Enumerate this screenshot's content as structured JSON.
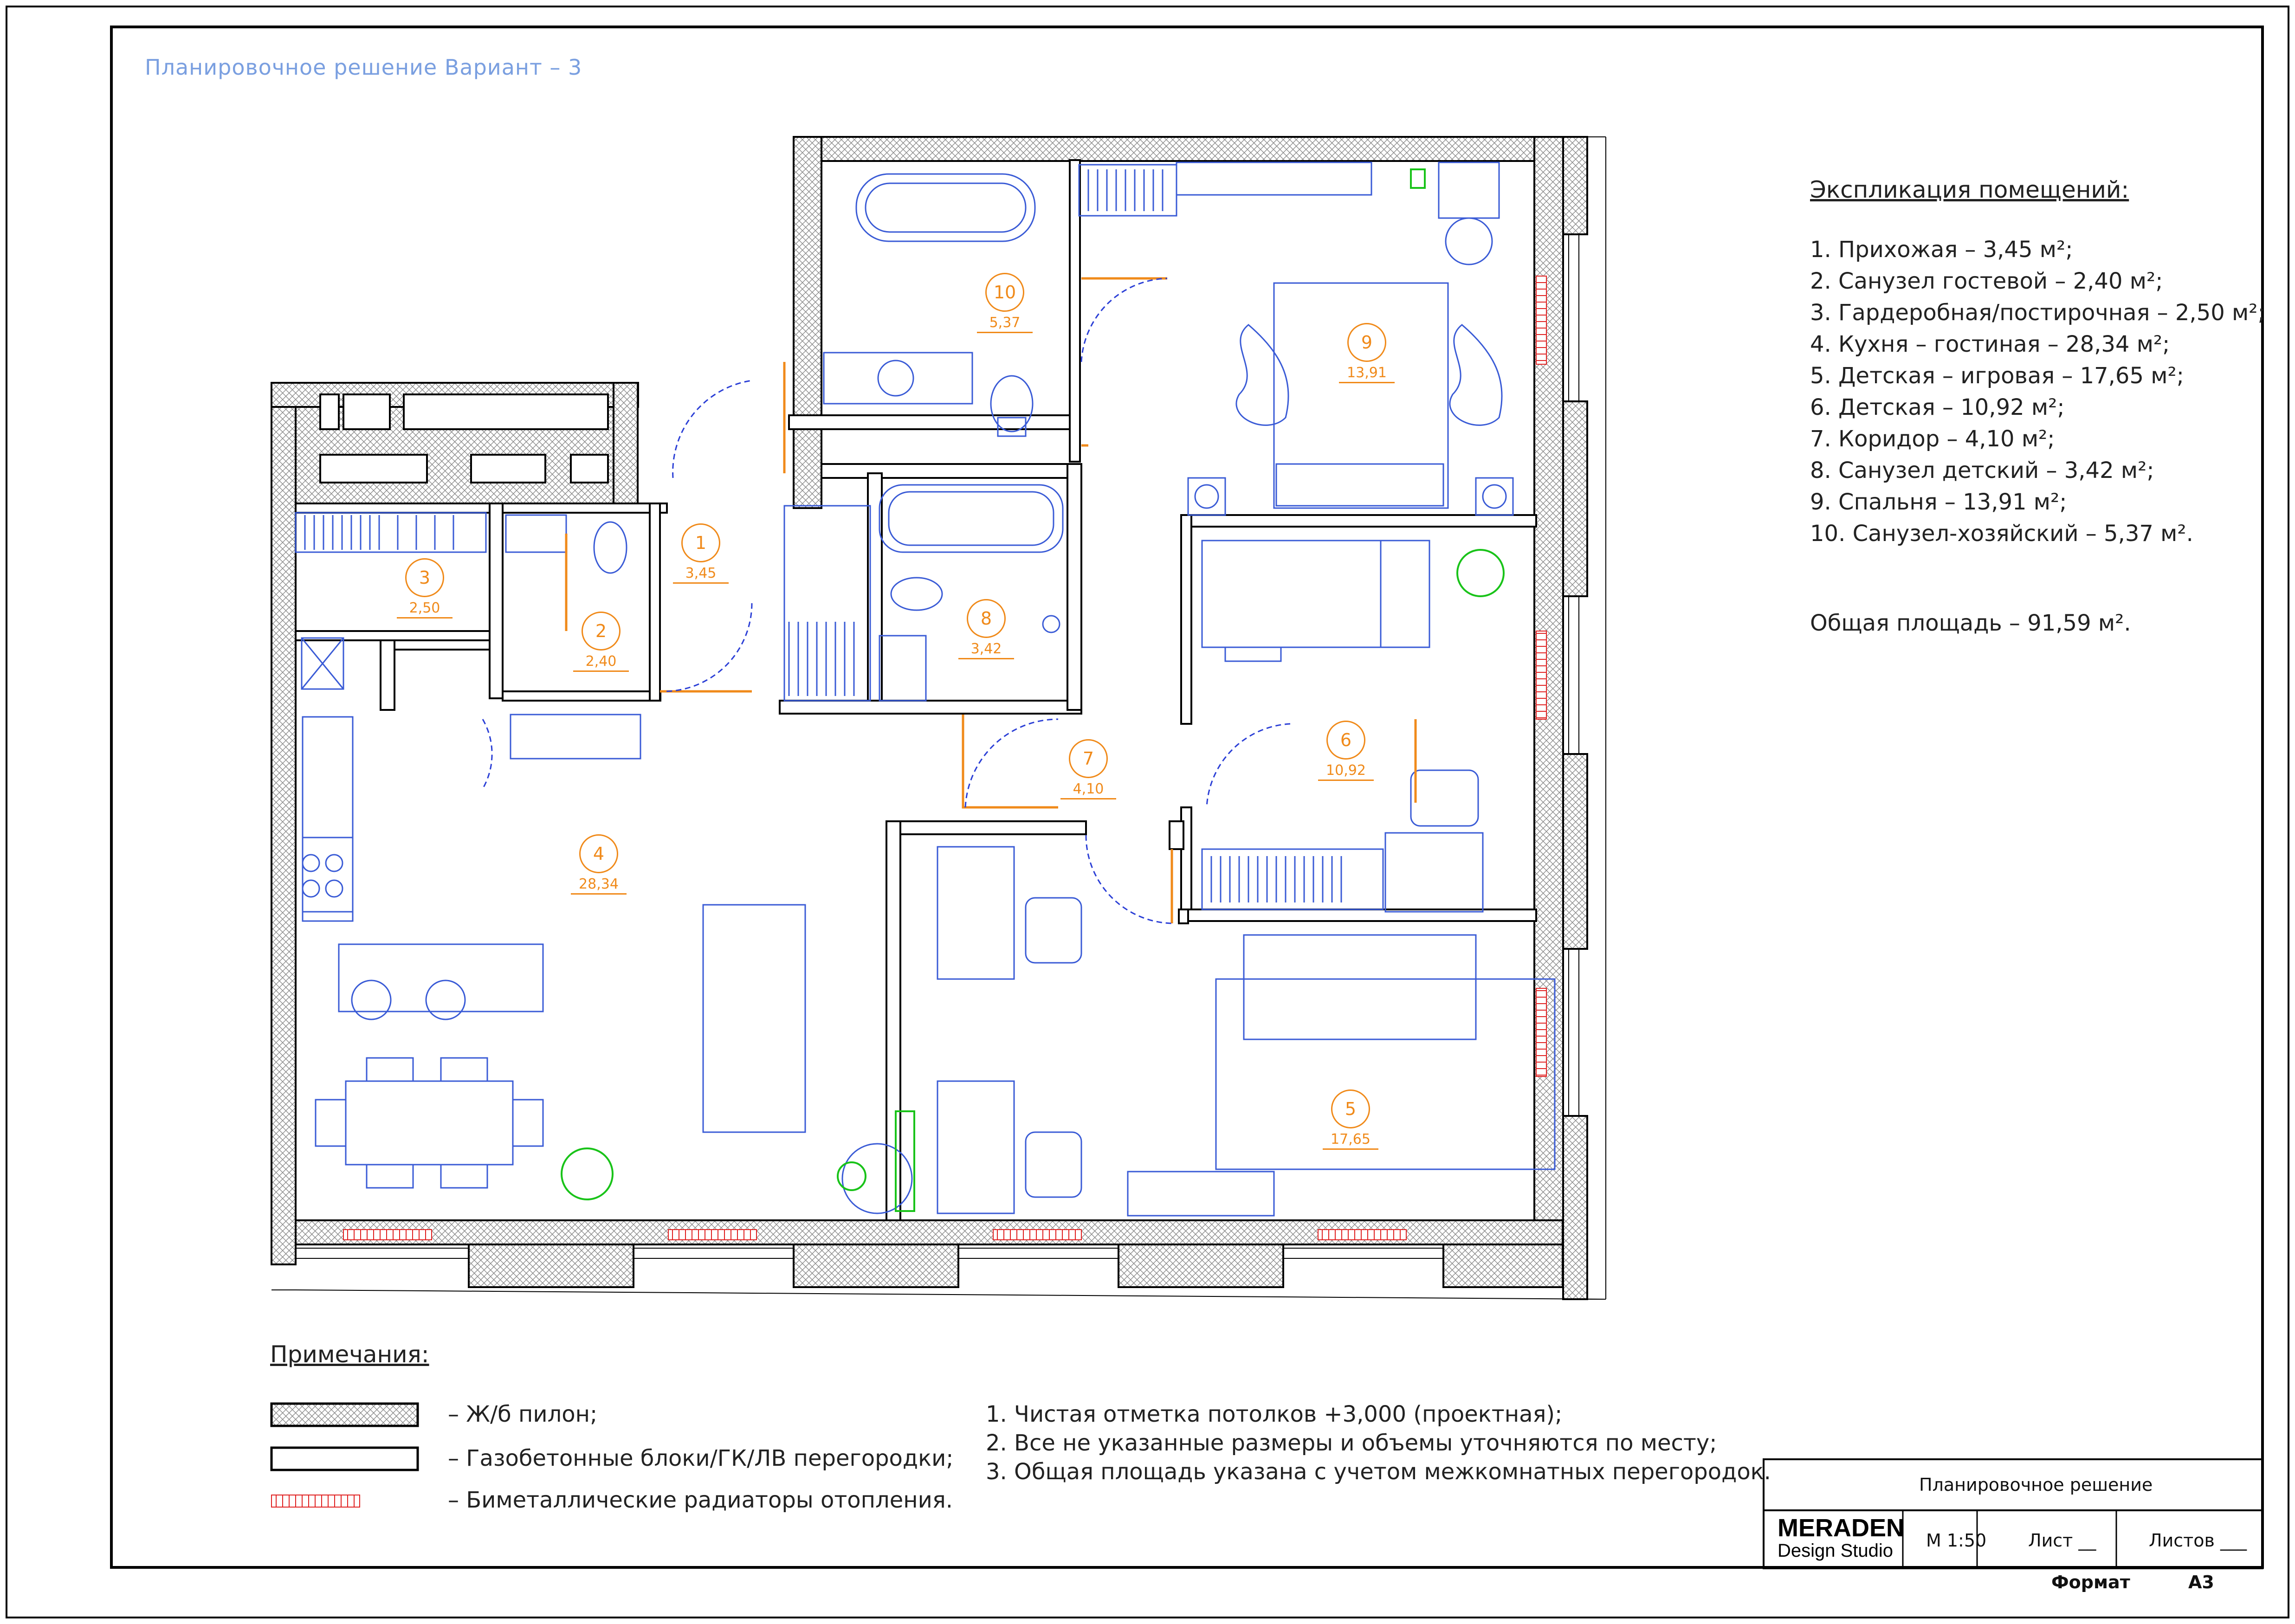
{
  "plan_title": "Планировочное решение Вариант – 3",
  "explication": {
    "title": "Экспликация помещений:",
    "items": [
      "1. Прихожая – 3,45 м²;",
      "2. Санузел гостевой – 2,40 м²;",
      "3. Гардеробная/постирочная – 2,50 м²;",
      "4. Кухня – гостиная  – 28,34 м²;",
      "5. Детская – игровая – 17,65 м²;",
      "6. Детская – 10,92 м²;",
      "7. Коридор – 4,10 м²;",
      "8. Санузел детский – 3,42 м²;",
      "9. Спальня – 13,91 м²;",
      "10. Санузел-хозяйский – 5,37 м²."
    ],
    "total": "Общая площадь – 91,59 м²."
  },
  "rooms": [
    {
      "num": "1",
      "area": "3,45"
    },
    {
      "num": "2",
      "area": "2,40"
    },
    {
      "num": "3",
      "area": "2,50"
    },
    {
      "num": "4",
      "area": "28,34"
    },
    {
      "num": "5",
      "area": "17,65"
    },
    {
      "num": "6",
      "area": "10,92"
    },
    {
      "num": "7",
      "area": "4,10"
    },
    {
      "num": "8",
      "area": "3,42"
    },
    {
      "num": "9",
      "area": "13,91"
    },
    {
      "num": "10",
      "area": "5,37"
    }
  ],
  "notes": {
    "title": "Примечания:",
    "legend": [
      "– Ж/б пилон;",
      "– Газобетонные блоки/ГК/ЛВ перегородки;",
      "– Биметаллические радиаторы отопления."
    ],
    "items": [
      "1. Чистая отметка потолков +3,000 (проектная);",
      "2. Все не указанные размеры и объемы уточняются по месту;",
      "3. Общая площадь указана с учетом межкомнатных перегородок."
    ]
  },
  "stamp": {
    "title": "Планировочное решение",
    "brand": "MERADEN",
    "brand_sub": "Design Studio",
    "scale": "М 1:50",
    "sheet": "Лист __",
    "sheets": "Листов ___",
    "format_label": "Формат",
    "format_value": "А3"
  },
  "colors": {
    "wall": "#000000",
    "furniture": "#3a5bd6",
    "room_label": "#f08a1a",
    "door": "#f08a1a",
    "radiator": "#e02020",
    "plant": "#19c319",
    "title_blue": "#7a9fe0"
  }
}
